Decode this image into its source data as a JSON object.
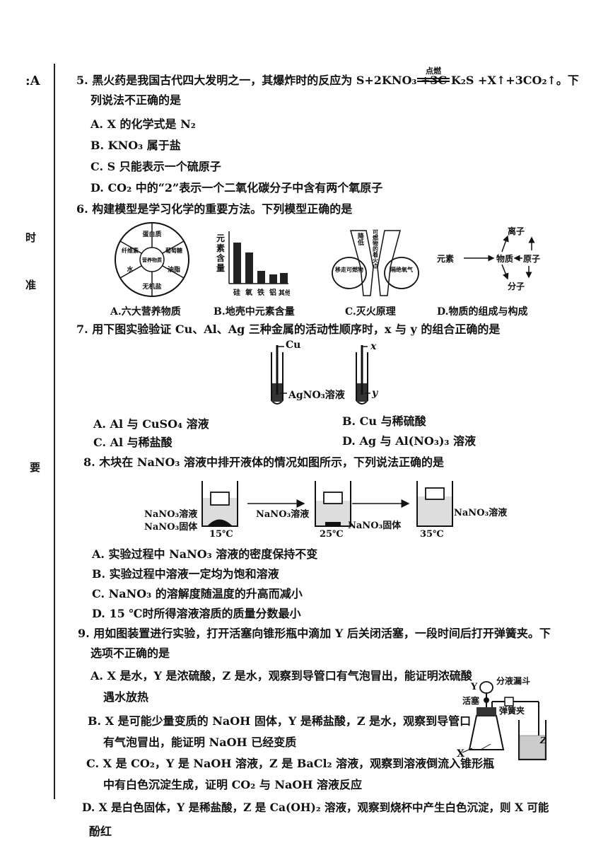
{
  "margin": {
    "mark_a": ":A",
    "mark_shi": "时",
    "mark_zhun": "准",
    "mark_yao": "要",
    "bottom": "酚红"
  },
  "q5": {
    "stem_a": "5. 黑火药是我国古代四大发明之一，其爆炸时的反应为 S+2KNO₃ +3C",
    "cond": "点燃",
    "stem_b": "K₂S +X↑+3CO₂↑。下",
    "stem_c": "列说法不正确的是",
    "A": "A. X 的化学式是 N₂",
    "B": "B. KNO₃ 属于盐",
    "C": "C. S 只能表示一个硫原子",
    "D": "D. CO₂ 中的“2”表示一个二氧化碳分子中含有两个氧原子"
  },
  "q6": {
    "stem": "6. 构建模型是学习化学的重要方法。下列模型正确的是",
    "figA": {
      "sectors": [
        "蛋白质",
        "葡萄糖",
        "油脂",
        "无机盐",
        "水",
        "纤维素"
      ],
      "center": "营养物质",
      "caption": "A.六大营养物质"
    },
    "figB": {
      "ylabel": "元素含量",
      "categories": [
        "硅",
        "氧",
        "铁",
        "铝",
        "其他"
      ],
      "caption": "B.地壳中元素含量"
    },
    "figC": {
      "left_branch": "降低",
      "right_branch": "可燃物的着火点",
      "left_circle": "移走可燃物",
      "right_circle": "隔绝氧气",
      "caption": "C.灭火原理"
    },
    "figD": {
      "yuansu": "元素",
      "wuzhi": "物质",
      "lizi": "离子",
      "yuanzi": "原子",
      "fenzi": "分子",
      "caption": "D.物质的组成与构成"
    }
  },
  "q7": {
    "stem": "7. 用下图实验验证 Cu、Al、Ag 三种金属的活动性顺序时，x 与 y 的组合正确的是",
    "tube1_top": "Cu",
    "tube1_side": "AgNO₃溶液",
    "tube2_top": "x",
    "tube2_side": "y",
    "A": "A. Al 与 CuSO₄ 溶液",
    "B": "B. Cu 与稀硫酸",
    "C": "C. Al 与稀盐酸",
    "D": "D. Ag 与 Al(NO₃)₃ 溶液"
  },
  "q8": {
    "stem": "8. 木块在 NaNO₃ 溶液中排开液体的情况如图所示，下列说法正确的是",
    "b1_l1": "NaNO₃溶液",
    "b1_l2": "NaNO₃固体",
    "b1_t": "15℃",
    "b2_l": "NaNO₃溶液",
    "b2_r": "NaNO₃固体",
    "b2_t": "25℃",
    "b3_r": "NaNO₃溶液",
    "b3_t": "35℃",
    "A": "A. 实验过程中 NaNO₃ 溶液的密度保持不变",
    "B": "B. 实验过程中溶液一定均为饱和溶液",
    "C": "C. NaNO₃ 的溶解度随温度的升高而减小",
    "D": "D. 15 ℃时所得溶液溶质的质量分数最小"
  },
  "q9": {
    "stem_a": "9. 用如图装置进行实验，打开活塞向锥形瓶中滴加 Y 后关闭活塞，一段时间后打开弹簧夹。下",
    "stem_b": "选项不正确的是",
    "A1": "A. X 是水，Y 是浓硫酸，Z 是水，观察到导管口有气泡冒出，能证明浓硫酸",
    "A2": "遇水放热",
    "B1": "B. X 是可能少量变质的 NaOH 固体，Y 是稀盐酸，Z 是水，观察到导管口",
    "B2": "有气泡冒出，能证明 NaOH 已经变质",
    "C1": "C. X 是 CO₂，Y 是 NaOH 溶液，Z 是 BaCl₂ 溶液，观察到溶液倒流入锥形瓶",
    "C2": "中有白色沉淀生成，证明 CO₂ 与 NaOH 溶液反应",
    "D1": "D. X 是白色固体，Y 是稀盐酸，Z 是 Ca(OH)₂ 溶液，观察到烧杯中产生白色沉淀，则 X 可能",
    "fig": {
      "funnel": "分液漏斗",
      "y": "Y",
      "valve": "活塞",
      "clip": "弹簧夹",
      "x": "X",
      "z": "Z"
    }
  }
}
